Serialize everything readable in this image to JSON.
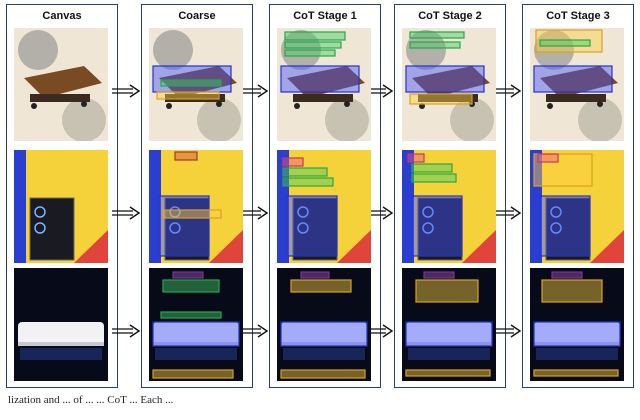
{
  "panels": [
    {
      "title": "Canvas"
    },
    {
      "title": "Coarse"
    },
    {
      "title": "CoT Stage 1"
    },
    {
      "title": "CoT Stage 2"
    },
    {
      "title": "CoT Stage 3"
    }
  ],
  "rows": [
    "workbench",
    "pc-case",
    "air-conditioner"
  ],
  "caption": "lization and ... of ... ... CoT ... Each ..."
}
